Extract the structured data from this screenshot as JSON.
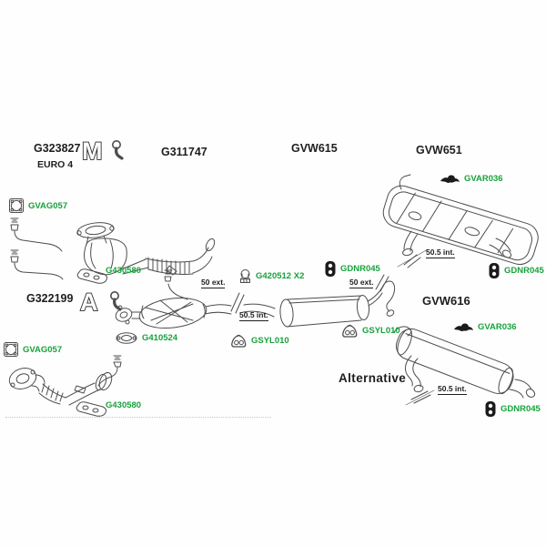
{
  "colors": {
    "green": "#19a23d",
    "ink": "#1e1e1e",
    "line": "#4d4d4d",
    "background": "#fdfefd"
  },
  "headings": {
    "g323827": "G323827",
    "euro4": "EURO 4",
    "g311747": "G311747",
    "gvw615": "GVW615",
    "gvw651": "GVW651",
    "g322199": "G322199",
    "gvw616": "GVW616",
    "alternative": "Alternative"
  },
  "logos": {
    "m": "M",
    "a": "A"
  },
  "labels": {
    "gvag057_top": "GVAG057",
    "g430580_top": "G430580",
    "gvag057_bottom": "GVAG057",
    "g430580_bottom": "G430580",
    "g410524": "G410524",
    "g420512": "G420512 X2",
    "gdnr045_mid": "GDNR045",
    "gsyl010_left": "GSYL010",
    "gsyl010_right": "GSYL010",
    "gvar036_651": "GVAR036",
    "gdnr045_651": "GDNR045",
    "gvar036_616": "GVAR036",
    "gdnr045_616": "GDNR045"
  },
  "dimensions": {
    "mid_ext": "50 ext.",
    "mid_int": "50.5 int.",
    "tail_ext": "50 ext.",
    "r651_int": "50.5 int.",
    "r616_int": "50.5 int."
  },
  "icons": {
    "square_gasket": "square-gasket-icon",
    "oval_gasket": "oval-gasket-icon",
    "clamp": "pipe-clamp-icon",
    "hanger": "rubber-hanger-icon",
    "mount": "rubber-mount-icon",
    "strap": "mount-bracket-icon",
    "key": "key-icon"
  }
}
